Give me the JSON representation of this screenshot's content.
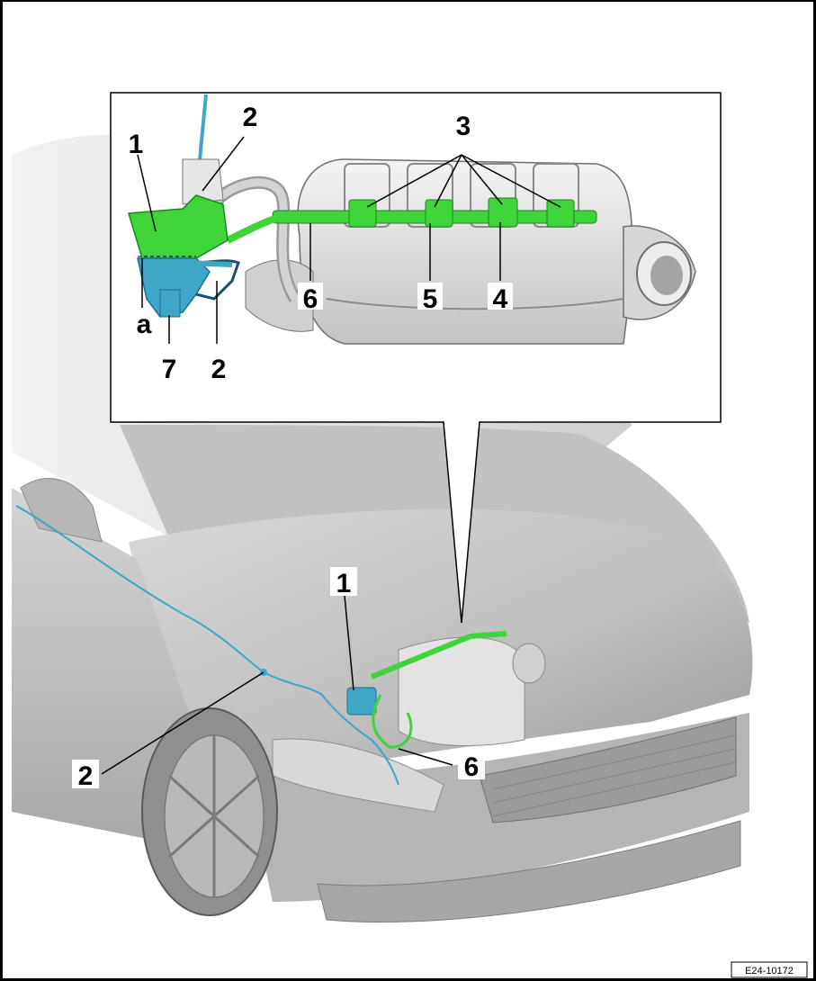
{
  "figure": {
    "reference": "E24-10172",
    "callouts": {
      "inset_2_top": "2",
      "inset_1": "1",
      "inset_3": "3",
      "inset_6": "6",
      "inset_5": "5",
      "inset_4": "4",
      "inset_a": "a",
      "inset_7": "7",
      "inset_2_bottom": "2",
      "car_1": "1",
      "car_2": "2",
      "car_6": "6"
    }
  },
  "colors": {
    "highlight_green": "#3ed43a",
    "highlight_cyan": "#3fa6c8",
    "car_body": "#c9c9c9"
  }
}
